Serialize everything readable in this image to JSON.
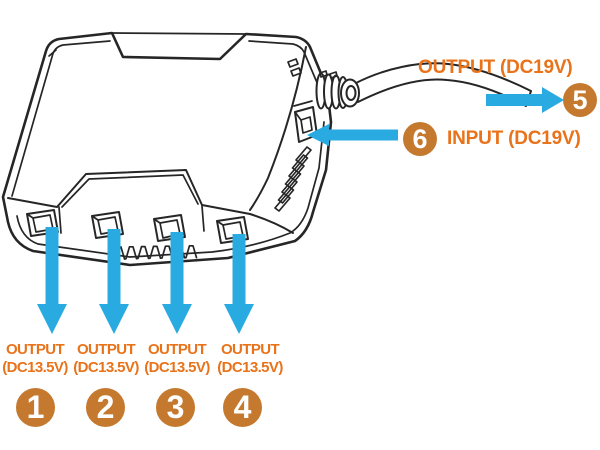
{
  "colors": {
    "label_orange": "#E9731B",
    "badge_orange": "#C4792E",
    "arrow_blue": "#29ABE2",
    "line_dark": "#262626"
  },
  "labels": {
    "output_dc19v": "OUTPUT (DC19V)",
    "input_dc19v": "INPUT (DC19V)"
  },
  "badges": {
    "output_cable": "5",
    "input_jack": "6"
  },
  "ports": [
    {
      "line1": "OUTPUT",
      "line2": "(DC13.5V)",
      "badge": "1"
    },
    {
      "line1": "OUTPUT",
      "line2": "(DC13.5V)",
      "badge": "2"
    },
    {
      "line1": "OUTPUT",
      "line2": "(DC13.5V)",
      "badge": "3"
    },
    {
      "line1": "OUTPUT",
      "line2": "(DC13.5V)",
      "badge": "4"
    }
  ]
}
